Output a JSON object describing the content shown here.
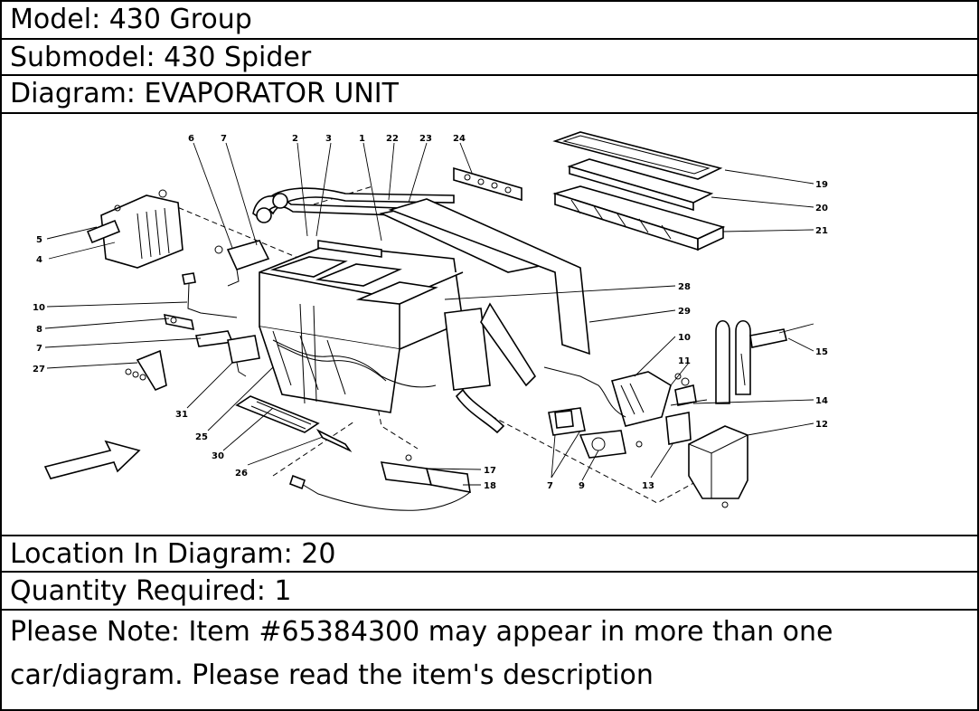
{
  "model_label": "Model: 430 Group",
  "submodel_label": "Submodel: 430 Spider",
  "diagram_label": "Diagram: EVAPORATOR UNIT",
  "location_label": "Location In Diagram: 20",
  "quantity_label": "Quantity Required: 1",
  "note_text": "Please Note: Item #65384300 may appear in more than one car/diagram. Please read the item's description",
  "callouts": {
    "c1": "1",
    "c2": "2",
    "c3": "3",
    "c4": "4",
    "c5": "5",
    "c6": "6",
    "c7": "7",
    "c8": "8",
    "c9": "9",
    "c10": "10",
    "c11": "11",
    "c12": "12",
    "c13": "13",
    "c14": "14",
    "c15": "15",
    "c17": "17",
    "c18": "18",
    "c19": "19",
    "c20": "20",
    "c21": "21",
    "c22": "22",
    "c23": "23",
    "c24": "24",
    "c25": "25",
    "c26": "26",
    "c27": "27",
    "c28": "28",
    "c29": "29",
    "c30": "30",
    "c31": "31"
  }
}
